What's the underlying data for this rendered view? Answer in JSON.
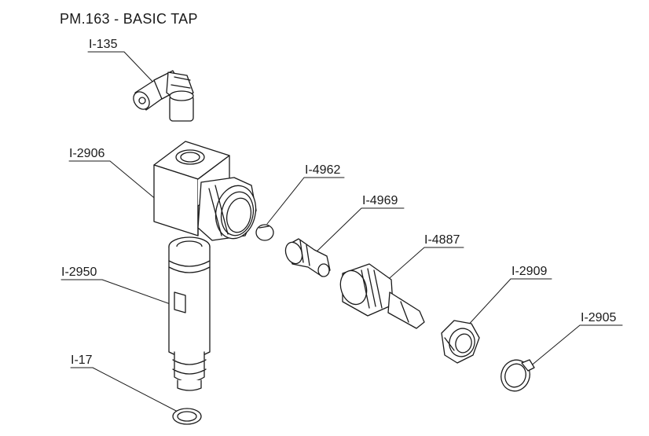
{
  "title": "PM.163 - BASIC TAP",
  "parts": [
    {
      "id": "i135",
      "label": "I-135"
    },
    {
      "id": "i2906",
      "label": "I-2906"
    },
    {
      "id": "i4962",
      "label": "I-4962"
    },
    {
      "id": "i4969",
      "label": "I-4969"
    },
    {
      "id": "i4887",
      "label": "I-4887"
    },
    {
      "id": "i2950",
      "label": "I-2950"
    },
    {
      "id": "i2909",
      "label": "I-2909"
    },
    {
      "id": "i2905",
      "label": "I-2905"
    },
    {
      "id": "i17",
      "label": "I-17"
    }
  ],
  "colors": {
    "line": "#1a1a1a",
    "fill": "#ffffff",
    "shade": "#d9d9d9"
  }
}
